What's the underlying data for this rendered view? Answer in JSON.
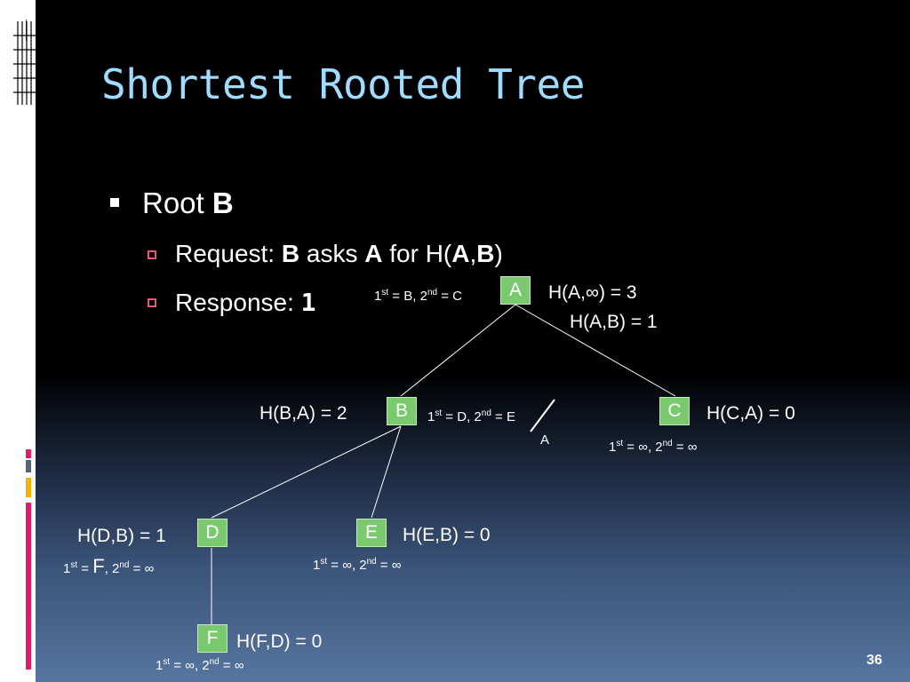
{
  "title": "Shortest Rooted Tree",
  "bullet1": {
    "text": "Root ",
    "bold": "B"
  },
  "bullet2": {
    "p1": "Request: ",
    "b1": "B",
    "p2": " asks ",
    "b2": "A",
    "p3": " for H(",
    "b3": "A",
    "p4": ",",
    "b4": "B",
    "p5": ")"
  },
  "bullet3": {
    "label": "Response: ",
    "value": "1"
  },
  "nodes": {
    "A": "A",
    "B": "B",
    "C": "C",
    "D": "D",
    "E": "E",
    "F": "F"
  },
  "labels": {
    "hA1": "H(A,∞) = 3",
    "hA2": "H(A,B) = 1",
    "hB": "H(B,A) = 2",
    "hC": "H(C,A) = 0",
    "hD": "H(D,B) = 1",
    "hE": "H(E,B) = 0",
    "hF": "H(F,D) = 0"
  },
  "ranks": {
    "st": "st",
    "nd": "nd",
    "A": {
      "first": "B",
      "second": "C"
    },
    "B": {
      "first": "D",
      "second": "E",
      "replacement": "A"
    },
    "C": {
      "first": "∞",
      "second": "∞"
    },
    "D": {
      "first": "F",
      "second": "∞"
    },
    "E": {
      "first": "∞",
      "second": "∞"
    },
    "F": {
      "first": "∞",
      "second": "∞"
    }
  },
  "page_number": "36",
  "colors": {
    "title": "#9fdcff",
    "node": "#7bc96f",
    "bullet_outline": "#e9547f"
  }
}
